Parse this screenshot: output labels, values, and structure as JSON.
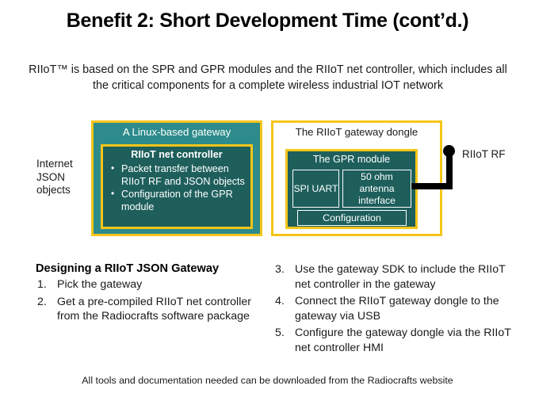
{
  "slide": {
    "title": "Benefit 2: Short Development Time (cont’d.)",
    "intro": "RIIoT™  is based on the SPR and GPR modules and the RIIoT  net controller,  which includes all the critical components for a complete wireless industrial IOT  network",
    "footer": "All tools and documentation needed can be downloaded from the Radiocrafts website"
  },
  "diagram": {
    "side_label": "Internet JSON objects",
    "gateway": {
      "title": "A Linux-based gateway",
      "inner_title": "RIIoT net controller",
      "bullets": [
        "Packet transfer between RIIoT  RF and JSON objects",
        "Configuration of the GPR module"
      ]
    },
    "dongle": {
      "title": "The RIIoT  gateway dongle",
      "module_title": "The GPR module",
      "cells": [
        "SPI UART",
        "50 ohm antenna interface"
      ],
      "config_label": "Configuration"
    },
    "antenna_label": "RIIoT RF",
    "colors": {
      "gold": "#f5c518",
      "teal_outer": "#2d8b8b",
      "teal_inner": "#1e5f5c",
      "white": "#ffffff",
      "black": "#000000"
    }
  },
  "lists": {
    "left_heading": "Designing a RIIoT JSON Gateway",
    "left_items": [
      {
        "num": "1.",
        "text": "Pick the gateway"
      },
      {
        "num": "2.",
        "text": "Get a pre-compiled RIIoT  net controller from the Radiocrafts software package"
      }
    ],
    "right_items": [
      {
        "num": "3.",
        "text": "Use the gateway SDK to include the RIIoT  net controller in the gateway"
      },
      {
        "num": "4.",
        "text": "Connect the RIIoT  gateway dongle to the gateway via USB"
      },
      {
        "num": "5.",
        "text": "Configure the gateway dongle via the RIIoT  net controller HMI"
      }
    ]
  }
}
